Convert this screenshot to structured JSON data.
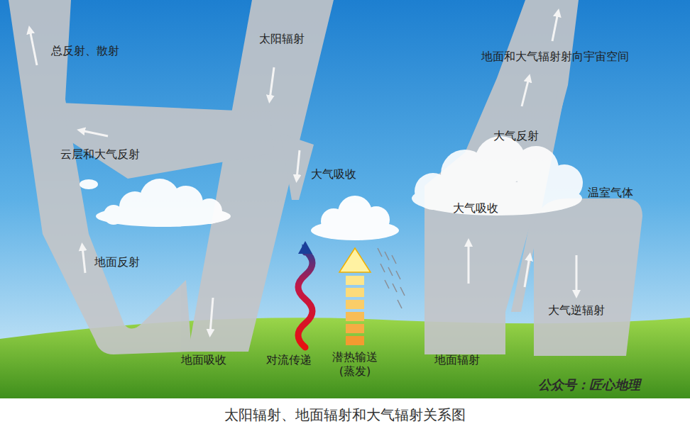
{
  "diagram": {
    "caption": "太阳辐射、地面辐射和大气辐射关系图",
    "labels": [
      "总反射、散射",
      "太阳辐射",
      "云层和大气反射",
      "大气吸收",
      "地面反射",
      "地面吸收",
      "对流传递",
      "潜热输送 (蒸发)",
      "地面和大气辐射射向宇宙空间",
      "大气反射",
      "大气吸收",
      "温室气体",
      "大气逆辐射",
      "地面辐射",
      "公众号：匠心地理"
    ]
  }
}
